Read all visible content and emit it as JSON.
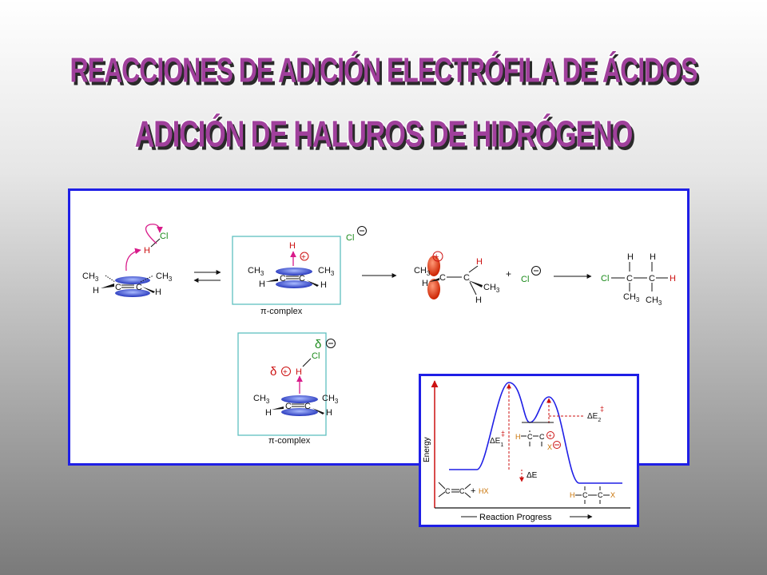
{
  "titles": {
    "main": "REACCIONES DE ADICIÓN ELECTRÓFILA DE ÁCIDOS",
    "sub": "ADICIÓN DE HALUROS DE HIDRÓGENO"
  },
  "mechanism": {
    "labels": {
      "ch3": "CH",
      "sub3": "3",
      "c": "C",
      "h": "H",
      "cl": "Cl",
      "plus": "+",
      "delta": "δ",
      "pi_complex": "π-complex"
    }
  },
  "energy_diagram": {
    "ylabel": "Energy",
    "xlabel": "Reaction Progress",
    "de1": "ΔE",
    "de1_sub": "1",
    "de2": "ΔE",
    "de2_sub": "2",
    "de": "ΔE",
    "double_dagger": "‡",
    "hx": "HX",
    "x": "X",
    "h": "H",
    "c": "C"
  },
  "colors": {
    "title": "#a0409c",
    "border": "#1f1fe6",
    "magenta": "#d81b8a",
    "red": "#cc1111",
    "box": "#5fbfbf",
    "orbital": "#3355dd",
    "curve": "#1f1fe6",
    "orange": "#c87000"
  }
}
